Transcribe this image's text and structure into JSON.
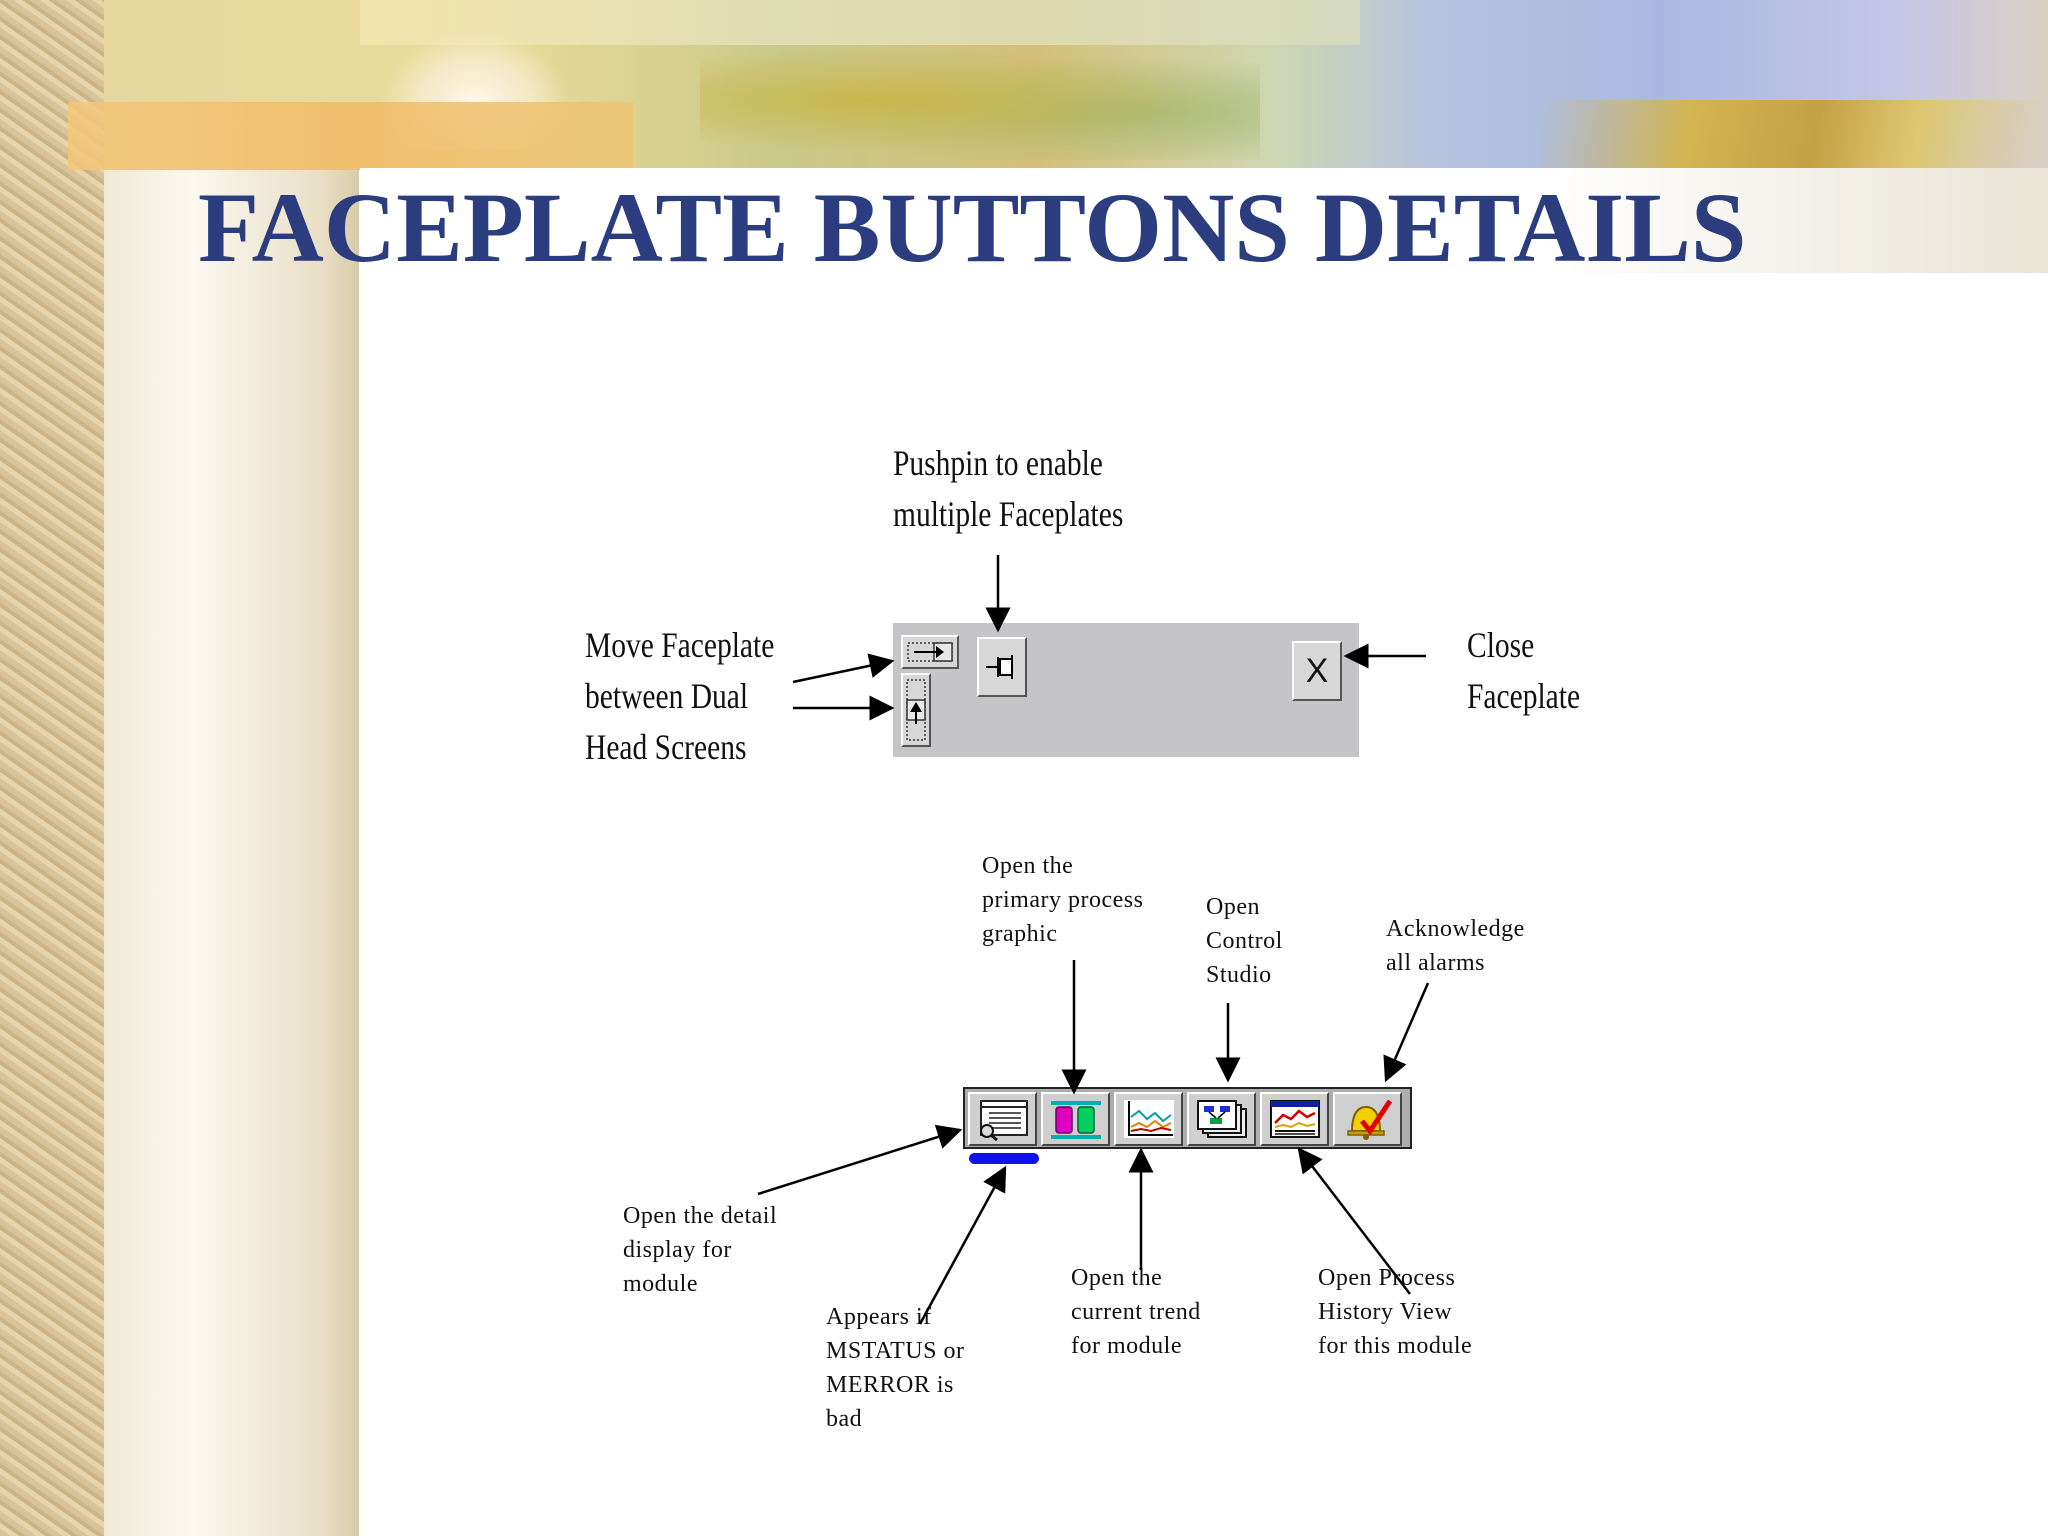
{
  "slide": {
    "title": "FACEPLATE BUTTONS DETAILS"
  },
  "faceplate": {
    "pushpin_label": "Pushpin to enable\nmultiple Faceplates",
    "move_label": "Move Faceplate\nbetween Dual\nHead Screens",
    "close_label": "Close\nFaceplate",
    "close_button_text": "X"
  },
  "toolbar": {
    "primary_graphic_label": "Open the\nprimary process\ngraphic",
    "control_studio_label": "Open\nControl\nStudio",
    "acknowledge_label": "Acknowledge\nall alarms",
    "detail_display_label": "Open the detail\ndisplay for\nmodule",
    "mstatus_label": "Appears if\nMSTATUS or\nMERROR is\nbad",
    "trend_label": "Open the\ncurrent trend\nfor  module",
    "history_label": "Open Process\nHistory View\nfor this module"
  },
  "icons": {
    "move_horizontal": "arrow-right-icon",
    "move_vertical": "arrow-up-icon",
    "pushpin": "pushpin-icon",
    "detail_display": "detail-display-icon",
    "primary_graphic": "process-graphic-icon",
    "trend": "trend-chart-icon",
    "control_studio": "control-studio-icon",
    "history_view": "history-view-icon",
    "acknowledge": "alarm-bell-check-icon"
  },
  "colors": {
    "title": "#2b3d7e",
    "status_bar": "#1010ee"
  }
}
